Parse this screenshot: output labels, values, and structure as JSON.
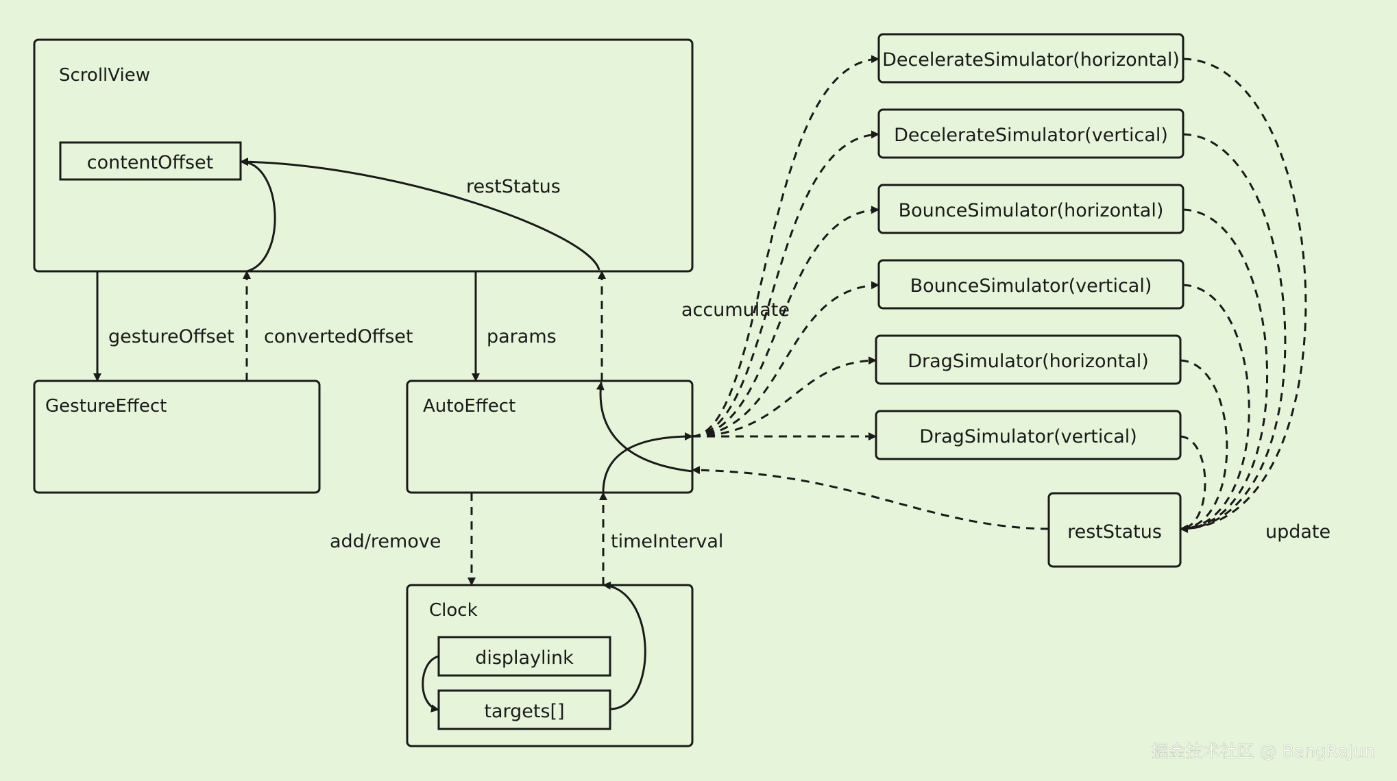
{
  "nodes": {
    "scrollview": "ScrollView",
    "content_offset": "contentOffset",
    "gesture_effect": "GestureEffect",
    "auto_effect": "AutoEffect",
    "clock": "Clock",
    "displaylink": "displaylink",
    "targets": "targets[]",
    "decel_h": "DecelerateSimulator(horizontal)",
    "decel_v": "DecelerateSimulator(vertical)",
    "bounce_h": "BounceSimulator(horizontal)",
    "bounce_v": "BounceSimulator(vertical)",
    "drag_h": "DragSimulator(horizontal)",
    "drag_v": "DragSimulator(vertical)",
    "rest_status": "restStatus"
  },
  "edges": {
    "rest_status_top": "restStatus",
    "gesture_offset": "gestureOffset",
    "converted_offset": "convertedOffset",
    "params": "params",
    "accumulate": "accumulate",
    "add_remove": "add/remove",
    "time_interval": "timeInterval",
    "update": "update"
  },
  "watermark": "掘金技术社区 @ BangRaJun"
}
